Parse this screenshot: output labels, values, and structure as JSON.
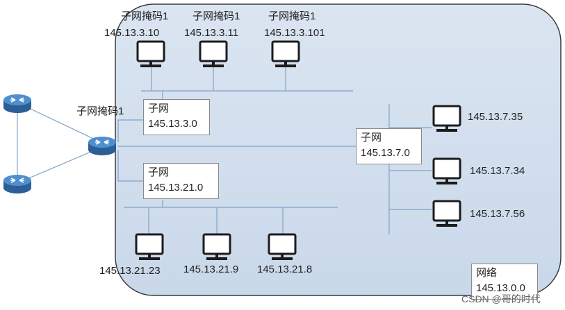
{
  "network": {
    "label": "网络",
    "address": "145.13.0.0"
  },
  "router_mask_label": "子网掩码1",
  "subnet_3": {
    "box_title": "子网",
    "box_address": "145.13.3.0",
    "hosts": [
      {
        "mask": "子网掩码1",
        "ip": "145.13.3.10"
      },
      {
        "mask": "子网掩码1",
        "ip": "145.13.3.11"
      },
      {
        "mask": "子网掩码1",
        "ip": "145.13.3.101"
      }
    ]
  },
  "subnet_7": {
    "box_title": "子网",
    "box_address": "145.13.7.0",
    "hosts": [
      {
        "ip": "145.13.7.35"
      },
      {
        "ip": "145.13.7.34"
      },
      {
        "ip": "145.13.7.56"
      }
    ]
  },
  "subnet_21": {
    "box_title": "子网",
    "box_address": "145.13.21.0",
    "hosts": [
      {
        "ip": "145.13.21.23"
      },
      {
        "ip": "145.13.21.9"
      },
      {
        "ip": "145.13.21.8"
      }
    ]
  },
  "watermark": "CSDN @哥的时代",
  "colors": {
    "network_fill": "#cfdced",
    "network_border": "#3a3a3a",
    "line": "#7fa3c7",
    "router_fill": "#3f7fc0",
    "monitor": "#1c1c1c"
  },
  "icons": {
    "router": "router-icon",
    "computer": "computer-monitor-icon"
  }
}
